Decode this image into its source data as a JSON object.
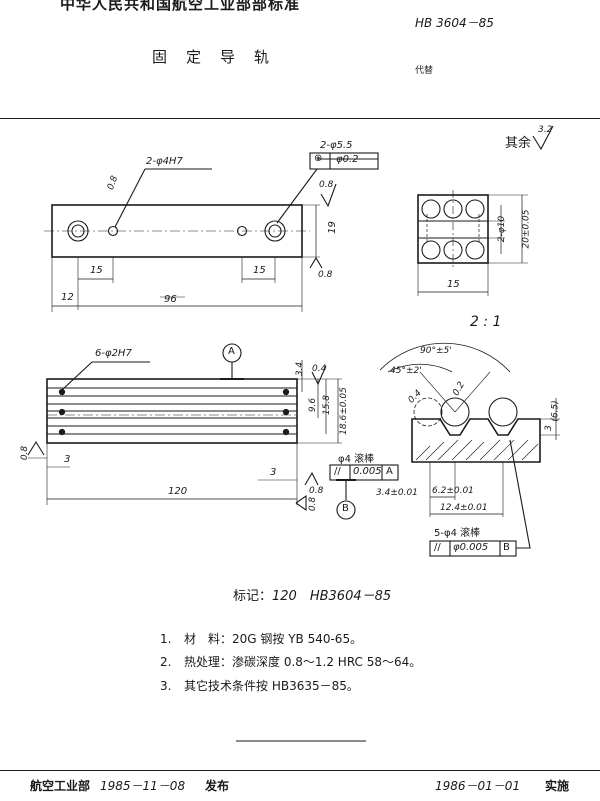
{
  "header": {
    "top_title": "中华人民共和国航空工业部部标准",
    "standard_no": "HB 3604－85",
    "part_name": "固　定　导　轨",
    "replaces": "代替"
  },
  "surface_finish": {
    "label": "其余",
    "value": "3.2"
  },
  "front_view": {
    "hole_label": "2-φ4H7",
    "rough_08": "0.8",
    "counterbore_label": "2-φ5.5",
    "position_symbol": "⊕",
    "position_tol": "φ0.2",
    "rough_top": "0.8",
    "dim_height": "19",
    "dim_15_left": "15",
    "dim_15_right": "15",
    "rough_bottom": "0.8",
    "dim_12": "12",
    "dim_96": "96"
  },
  "side_view": {
    "dim_phi10": "2-φ10",
    "dim_20": "20±0.05",
    "dim_15": "15",
    "scale": "2 : 1"
  },
  "bottom_view": {
    "pin_label": "6-φ2H7",
    "datum_a": "A",
    "dim_34": "3.4",
    "rough_04": "0.4",
    "dim_96v": "9.6",
    "dim_158": "15.8",
    "dim_186": "18.6±0.05",
    "rough_08_left": "0.8",
    "dim_3_left": "3",
    "dim_3_right": "3",
    "rough_08_right": "0.8",
    "dim_120": "120",
    "rough_08_bottom": "0.8",
    "datum_b": "B"
  },
  "detail_view": {
    "angle_90": "90°±5'",
    "angle_45": "45°±2'",
    "r02": "0.2",
    "r04": "0.4",
    "dim_65": "(6.5)",
    "dim_3": "3",
    "ball_label": "φ4 滚棒",
    "parallel_symbol": "//",
    "parallel_tol": "0.005",
    "parallel_datum": "A",
    "dim_34": "3.4±0.01",
    "dim_62": "6.2±0.01",
    "dim_124": "12.4±0.01",
    "ball5_label": "5-φ4 滚棒",
    "par2_symbol": "//",
    "par2_tol": "φ0.005",
    "par2_datum": "B"
  },
  "marking": {
    "label": "标记：",
    "text": "120　HB3604－85"
  },
  "notes": [
    {
      "num": "1.",
      "text": "材　料：20G 钢按 YB 540-65。"
    },
    {
      "num": "2.",
      "text": "热处理：渗碳深度 0.8～1.2 HRC 58～64。"
    },
    {
      "num": "3.",
      "text": "其它技术条件按 HB3635－85。"
    }
  ],
  "footer": {
    "issuer": "航空工业部",
    "issue_date": "1985－11－08",
    "issue_label": "发布",
    "impl_date": "1986－01－01",
    "impl_label": "实施"
  }
}
